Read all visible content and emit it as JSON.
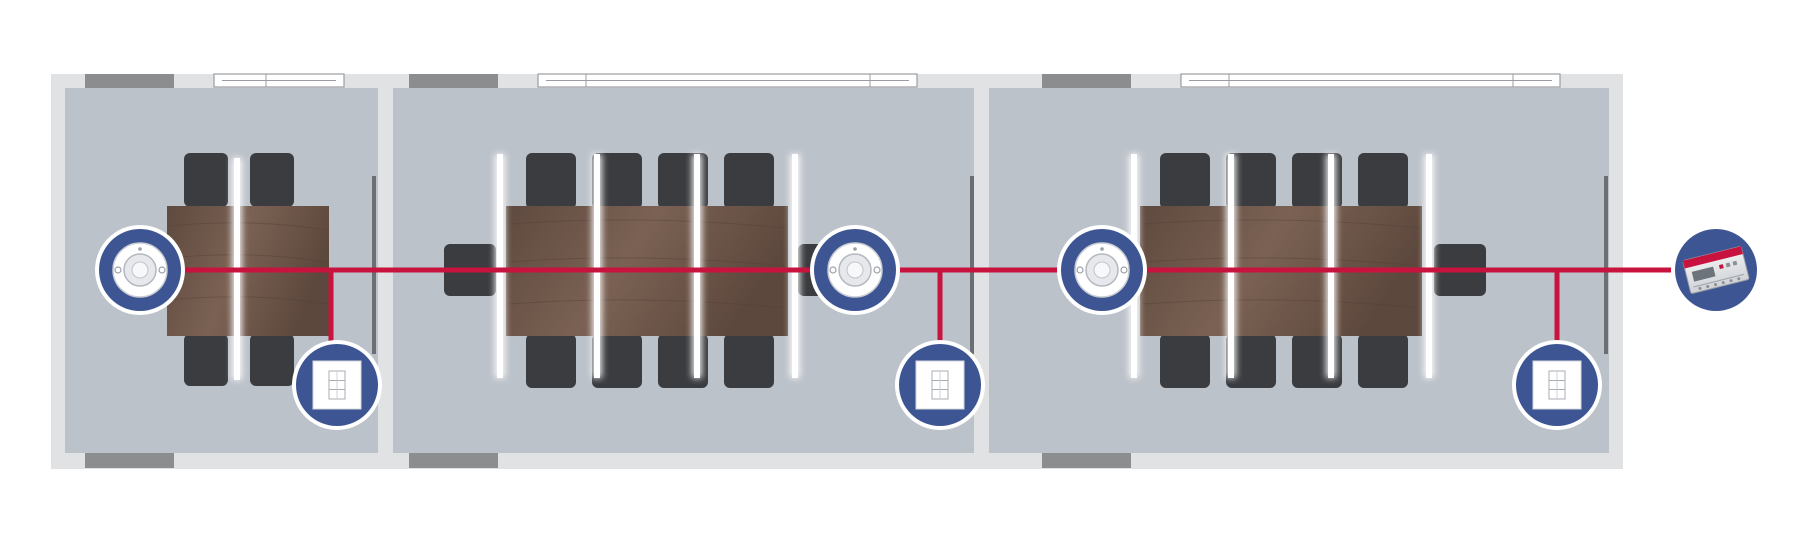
{
  "colors": {
    "background": "#ffffff",
    "wall": "#e1e2e4",
    "floor": "#bcc2c9",
    "door": "#8c8d8f",
    "table": "#6c5549",
    "chair": "#3a3c40",
    "light": "#ffffff",
    "bus_line": "#c8133e",
    "device_badge": "#3d5693",
    "device_badge_ring": "#ffffff"
  },
  "rooms": [
    {
      "name": "small-meeting-room",
      "chairs_per_side": 2,
      "lights": 1
    },
    {
      "name": "large-meeting-room-a",
      "chairs_per_side": 4,
      "lights": 4
    },
    {
      "name": "large-meeting-room-b",
      "chairs_per_side": 4,
      "lights": 4
    }
  ],
  "devices": [
    {
      "type": "presence-detector",
      "icon": "motion-sensor-icon",
      "room": "small-meeting-room"
    },
    {
      "type": "wall-switch",
      "icon": "push-button-icon",
      "room": "small-meeting-room"
    },
    {
      "type": "presence-detector",
      "icon": "motion-sensor-icon",
      "room": "large-meeting-room-a"
    },
    {
      "type": "wall-switch",
      "icon": "push-button-icon",
      "room": "large-meeting-room-a"
    },
    {
      "type": "presence-detector",
      "icon": "motion-sensor-icon",
      "room": "large-meeting-room-b"
    },
    {
      "type": "wall-switch",
      "icon": "push-button-icon",
      "room": "large-meeting-room-b"
    },
    {
      "type": "controller",
      "icon": "din-rail-controller-icon",
      "room": "outside"
    }
  ]
}
